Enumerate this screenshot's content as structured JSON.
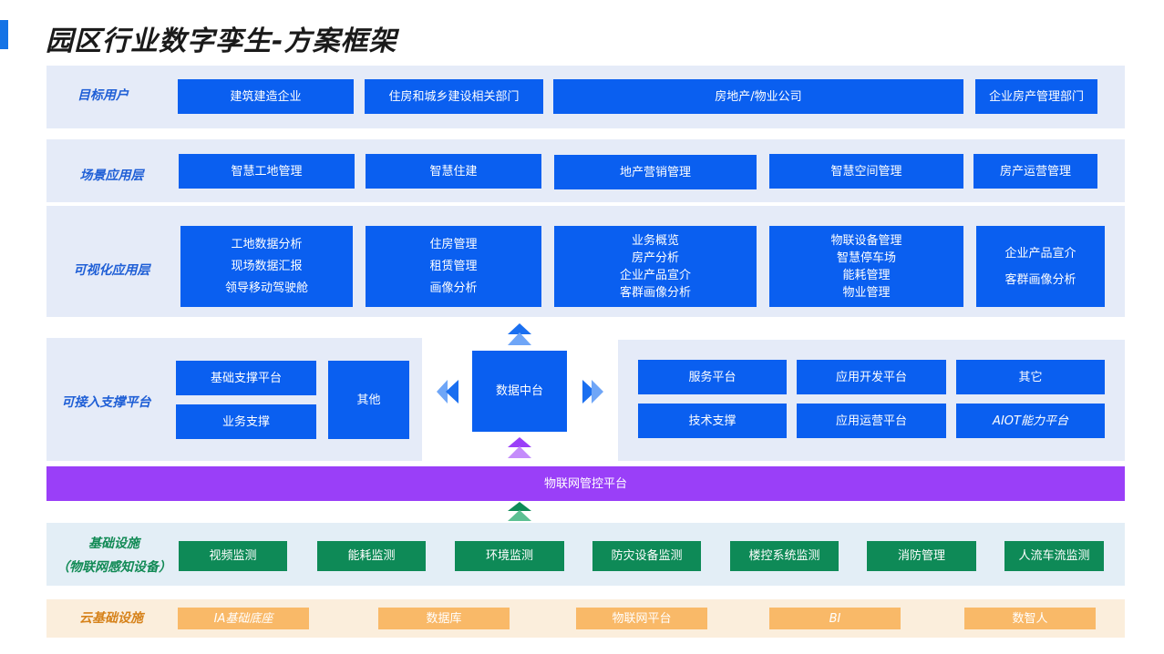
{
  "title": "园区行业数字孪生-方案框架",
  "colors": {
    "primary": "#0a5ff0",
    "band": "#e5ebf8",
    "iot": "#9a3ff8",
    "facility": "#0e8a57",
    "cloud": "#f9b968"
  },
  "rows": {
    "target_users": {
      "label": "目标用户",
      "items": [
        "建筑建造企业",
        "住房和城乡建设相关部门",
        "房地产/物业公司",
        "企业房产管理部门"
      ]
    },
    "scenario": {
      "label": "场景应用层",
      "items": [
        "智慧工地管理",
        "智慧住建",
        "地产营销管理",
        "智慧空间管理",
        "房产运营管理"
      ]
    },
    "visual": {
      "label": "可视化应用层",
      "groups": [
        [
          "工地数据分析",
          "现场数据汇报",
          "领导移动驾驶舱"
        ],
        [
          "住房管理",
          "租赁管理",
          "画像分析"
        ],
        [
          "业务概览",
          "房产分析",
          "企业产品宣介",
          "客群画像分析"
        ],
        [
          "物联设备管理",
          "智慧停车场",
          "能耗管理",
          "物业管理"
        ],
        [
          "企业产品宣介",
          "客群画像分析"
        ]
      ]
    },
    "support": {
      "label": "可接入支撑平台",
      "left_items": [
        "基础支撑平台",
        "业务支撑"
      ],
      "other": "其他",
      "center": "数据中台",
      "right_items": [
        "服务平台",
        "应用开发平台",
        "其它",
        "技术支撑",
        "应用运营平台",
        "AIOT能力平台"
      ]
    },
    "iot": {
      "label": "物联网管控平台"
    },
    "facility": {
      "label_line1": "基础设施",
      "label_line2": "（物联网感知设备）",
      "items": [
        "视频监测",
        "能耗监测",
        "环境监测",
        "防灾设备监测",
        "楼控系统监测",
        "消防管理",
        "人流车流监测"
      ]
    },
    "cloud": {
      "label": "云基础设施",
      "items": [
        "IA基础底座",
        "数据库",
        "物联网平台",
        "BI",
        "数智人"
      ]
    }
  }
}
